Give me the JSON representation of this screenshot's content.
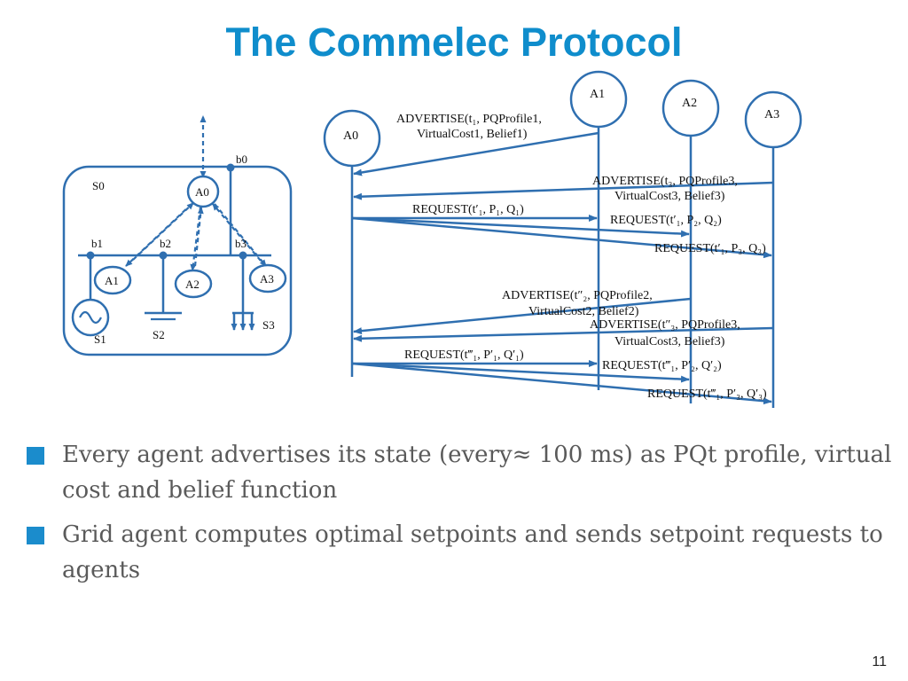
{
  "slide": {
    "title": "The Commelec Protocol",
    "page_number": "11"
  },
  "grid_diagram": {
    "system_label": "S0",
    "agent_labels": [
      "A0",
      "A1",
      "A2",
      "A3"
    ],
    "bus_labels": [
      "b0",
      "b1",
      "b2",
      "b3"
    ],
    "resource_labels": [
      "S1",
      "S2",
      "S3"
    ]
  },
  "sequence_diagram": {
    "lifelines": [
      "A0",
      "A1",
      "A2",
      "A3"
    ],
    "messages": [
      {
        "line1": "ADVERTISE(t₁, PQProfile1,",
        "line2": "VirtualCost1, Belief1)"
      },
      {
        "line1": "ADVERTISE(t₃, PQProfile3,",
        "line2": "VirtualCost3, Belief3)"
      },
      {
        "line1": "REQUEST(t′₁, P₁, Q₁)"
      },
      {
        "line1": "REQUEST(t′₁, P₂, Q₂)"
      },
      {
        "line1": "REQUEST(t′₁, P₃, Q₃)"
      },
      {
        "line1": "ADVERTISE(t″₂, PQProfile2,",
        "line2": "VirtualCost2, Belief2)"
      },
      {
        "line1": "ADVERTISE(t″₃, PQProfile3,",
        "line2": "VirtualCost3, Belief3)"
      },
      {
        "line1": "REQUEST(t‴₁, P′₁, Q′₁)"
      },
      {
        "line1": "REQUEST(t‴₁, P′₂, Q′₂)"
      },
      {
        "line1": "REQUEST(t‴₁, P′₃, Q′₃)"
      }
    ]
  },
  "bullets": [
    "Every agent advertises its state (every≈ 100 ms) as PQt profile, virtual cost and belief function",
    "Grid agent computes optimal setpoints and sends setpoint requests to agents"
  ],
  "colors": {
    "title": "#0f8dcc",
    "diagram_blue": "#2f6fb0",
    "bullet_square": "#1b8ccc",
    "bullet_text": "#5a5a5a"
  }
}
